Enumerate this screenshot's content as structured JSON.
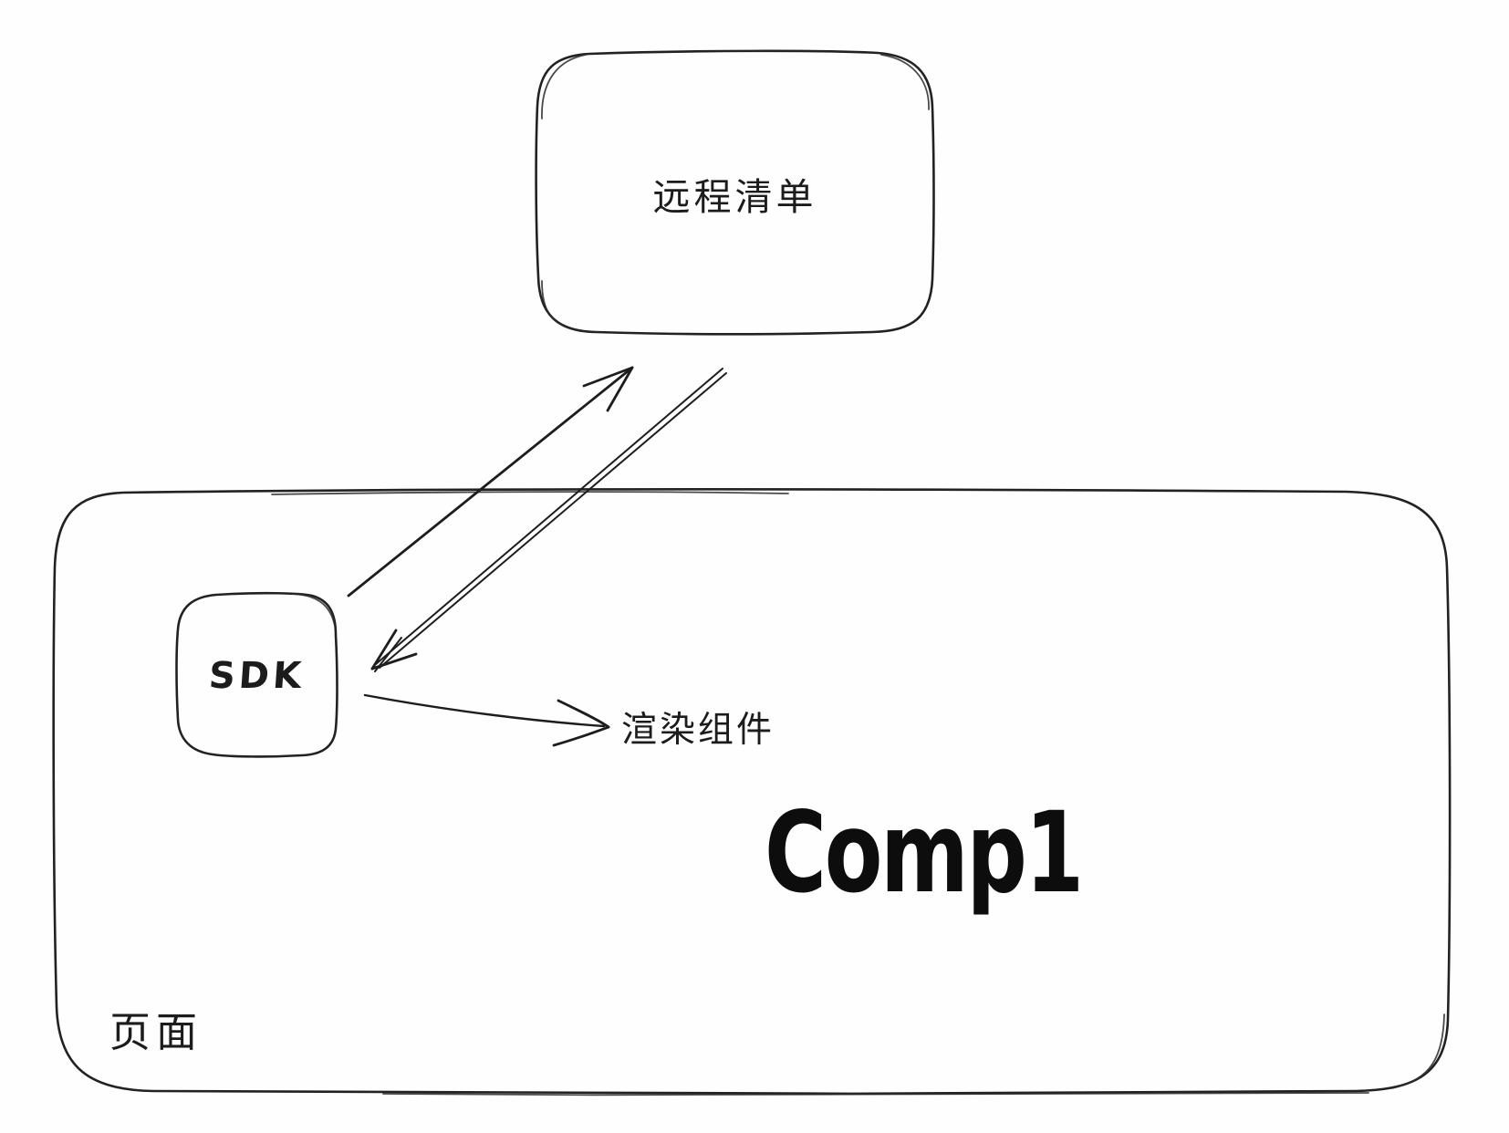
{
  "canvas": {
    "background": "#ffffff",
    "stroke_color": "#222222",
    "text_color": "#1c1c1c"
  },
  "nodes": {
    "remote_manifest": {
      "label": "远程清单",
      "shape": "rounded-rectangle"
    },
    "page": {
      "label": "页面",
      "shape": "rounded-rectangle"
    },
    "sdk": {
      "label": "SDK",
      "shape": "rounded-rectangle"
    },
    "component": {
      "label": "Comp1",
      "style": "large-handwritten"
    },
    "render_component": {
      "label": "渲染组件",
      "style": "text-annotation"
    }
  },
  "edges": [
    {
      "from": "SDK",
      "to": "远程清单",
      "type": "arrow",
      "direction": "up-right"
    },
    {
      "from": "远程清单",
      "to": "SDK",
      "type": "arrow",
      "direction": "down-left"
    },
    {
      "from": "SDK",
      "to": "渲染组件",
      "type": "arrow",
      "direction": "right"
    }
  ]
}
